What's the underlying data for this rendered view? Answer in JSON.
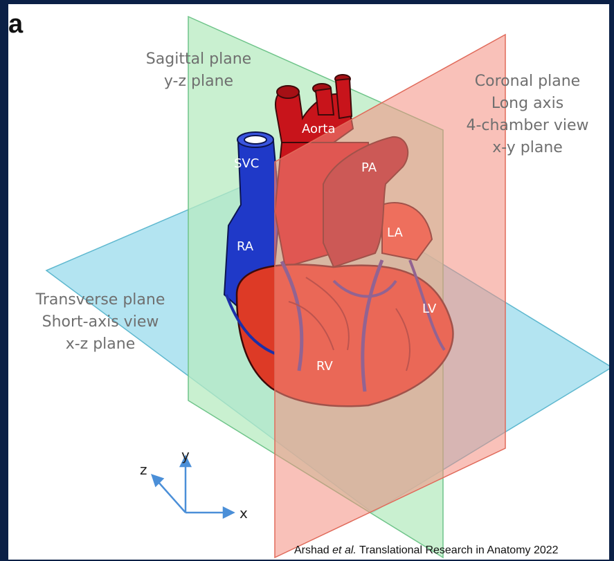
{
  "figure_letter": "a",
  "planes": {
    "sagittal": [
      "Sagittal plane",
      "y-z plane"
    ],
    "coronal": [
      "Coronal plane",
      "Long axis",
      "4-chamber view",
      "x-y plane"
    ],
    "transverse": [
      "Transverse plane",
      "Short-axis view",
      "x-z plane"
    ]
  },
  "heart_labels": {
    "svc": "SVC",
    "aorta": "Aorta",
    "pa": "PA",
    "ra": "RA",
    "la": "LA",
    "lv": "LV",
    "rv": "RV"
  },
  "axes": {
    "x": "x",
    "y": "y",
    "z": "z"
  },
  "citation": {
    "authors": "Arshad",
    "et_al": "et al.",
    "source": "Translational Research in Anatomy 2022"
  },
  "colors": {
    "background": "#0b2046",
    "sagittal_plane": "#b7ebc0",
    "coronal_plane": "#f7a596",
    "transverse_plane": "#a6dfee",
    "heart_red": "#c8141b",
    "vessel_blue": "#1f39c8"
  }
}
